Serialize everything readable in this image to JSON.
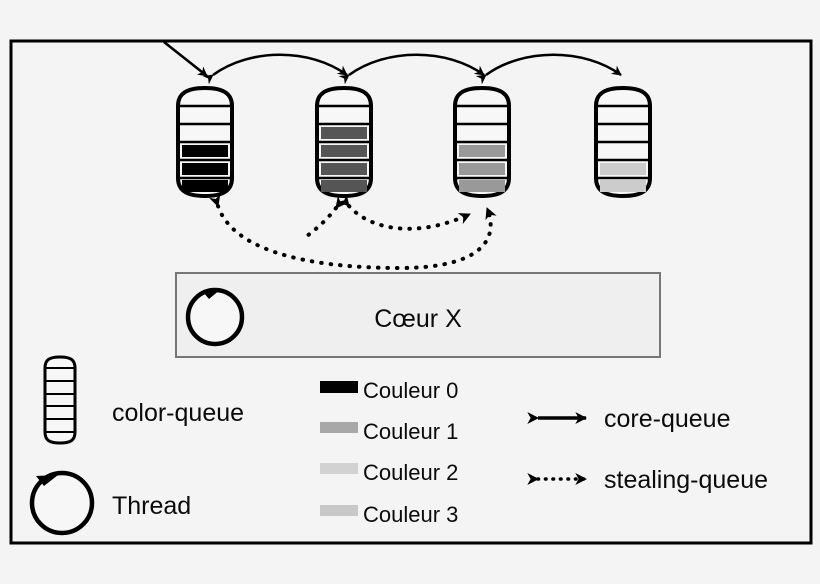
{
  "figure": {
    "title": "",
    "background_color": "#f4f4f4",
    "border_color": "#000000"
  },
  "core_box": {
    "label": "Cœur X",
    "fill_color": "#efefef",
    "border_color": "#777777",
    "thread_icon": "thread-loop-icon"
  },
  "queues": [
    {
      "name": "color-queue-1",
      "slots": [
        "empty",
        "empty",
        "empty",
        "couleur0",
        "couleur0",
        "couleur0"
      ],
      "fill_color": "#000000"
    },
    {
      "name": "color-queue-2",
      "slots": [
        "empty",
        "empty",
        "couleur1",
        "couleur1",
        "couleur1",
        "couleur1"
      ],
      "fill_color": "#555555"
    },
    {
      "name": "color-queue-3",
      "slots": [
        "empty",
        "empty",
        "empty",
        "couleur2",
        "couleur2",
        "couleur2"
      ],
      "fill_color": "#999999"
    },
    {
      "name": "color-queue-4",
      "slots": [
        "empty",
        "empty",
        "empty",
        "empty",
        "couleur3",
        "couleur3"
      ],
      "fill_color": "#cccccc"
    }
  ],
  "arrows": {
    "core_queue_arcs": 3,
    "stealing_queue_arcs": 3,
    "incoming_arrow": 1
  },
  "legend": {
    "symbols": [
      {
        "name": "color-queue",
        "label": "color-queue",
        "icon": "color-queue-icon",
        "slots": 6
      },
      {
        "name": "thread",
        "label": "Thread",
        "icon": "thread-loop-icon"
      }
    ],
    "colors": [
      {
        "label": "Couleur 0",
        "swatch": "#000000"
      },
      {
        "label": "Couleur 1",
        "swatch": "#a8a8a8"
      },
      {
        "label": "Couleur 2",
        "swatch": "#d2d2d2"
      },
      {
        "label": "Couleur 3",
        "swatch": "#c8c8c8"
      }
    ],
    "arrow_types": [
      {
        "label": "core-queue",
        "style": "solid",
        "icon": "double-arrow-solid-icon"
      },
      {
        "label": "stealing-queue",
        "style": "dotted",
        "icon": "double-arrow-dotted-icon"
      }
    ]
  }
}
